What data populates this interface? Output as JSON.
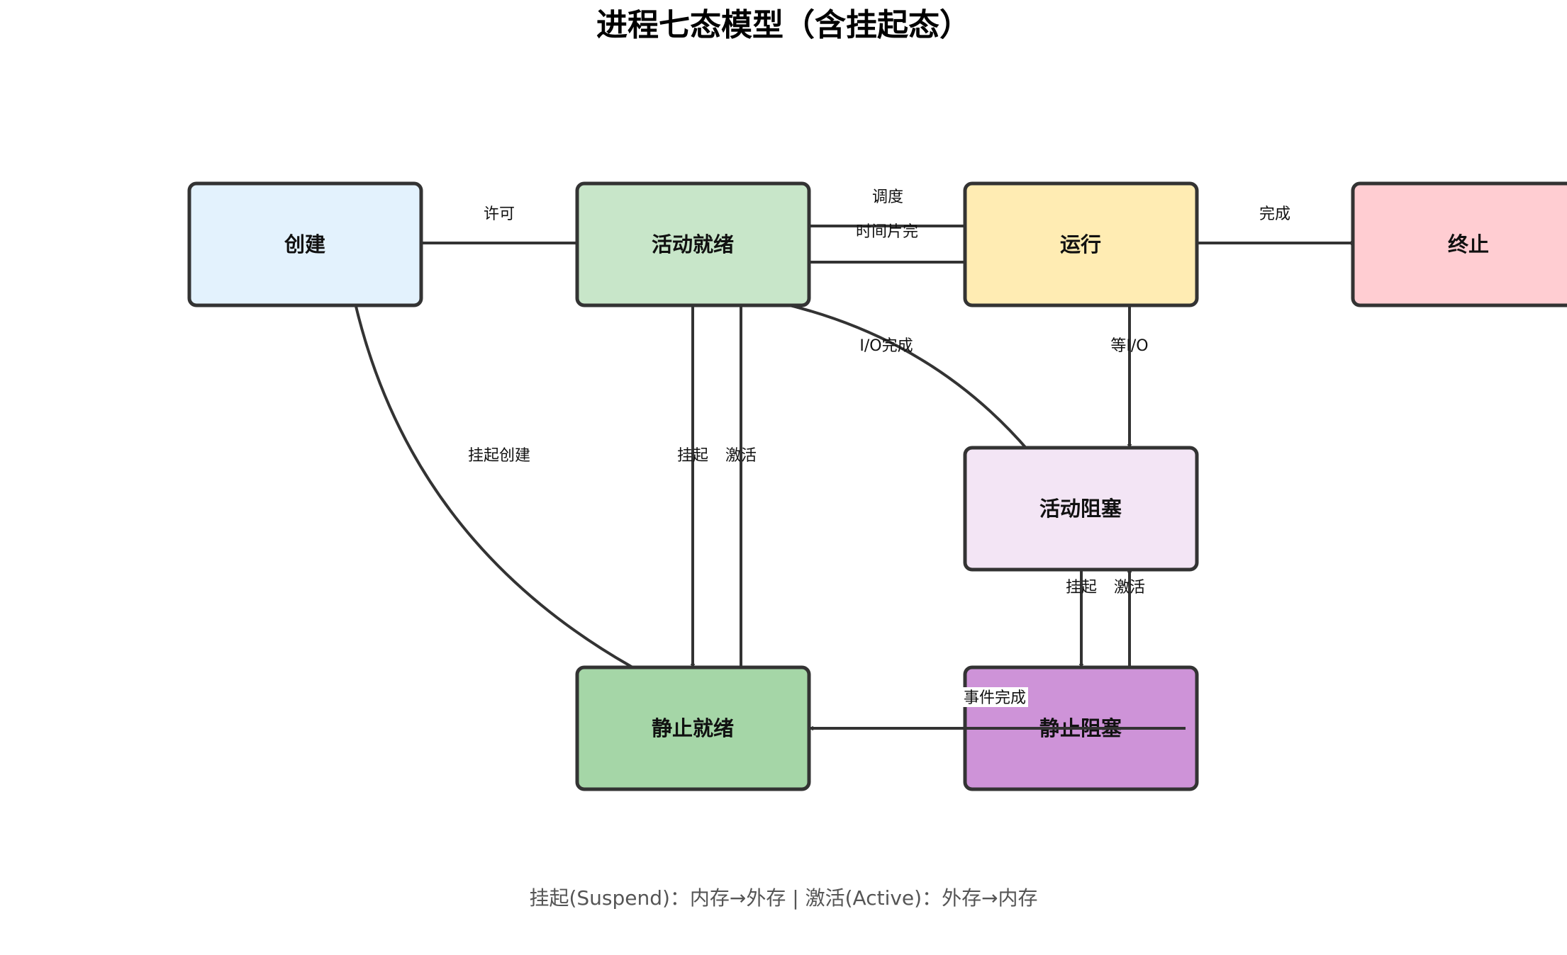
{
  "title": "进程七态模型（含挂起态）",
  "nodes": {
    "create": {
      "label": "创建",
      "color": "#e3f2fd"
    },
    "ready_active": {
      "label": "活动就绪",
      "color": "#c8e6c9"
    },
    "running": {
      "label": "运行",
      "color": "#ffecb3"
    },
    "terminate": {
      "label": "终止",
      "color": "#ffcdd2"
    },
    "blocked_active": {
      "label": "活动阻塞",
      "color": "#f3e5f5"
    },
    "ready_suspend": {
      "label": "静止就绪",
      "color": "#a5d6a7"
    },
    "blocked_suspend": {
      "label": "静止阻塞",
      "color": "#ce93d8"
    }
  },
  "edges": {
    "admit": "许可",
    "dispatch": "调度",
    "timeout": "时间片完",
    "complete": "完成",
    "io_wait": "等I/O",
    "io_done": "I/O完成",
    "suspend_create": "挂起创建",
    "suspend_ready": "挂起",
    "activate_ready": "激活",
    "suspend_blocked": "挂起",
    "activate_blocked": "激活",
    "event_done": "事件完成"
  },
  "footnote": "挂起(Suspend)：内存→外存 | 激活(Active)：外存→内存"
}
